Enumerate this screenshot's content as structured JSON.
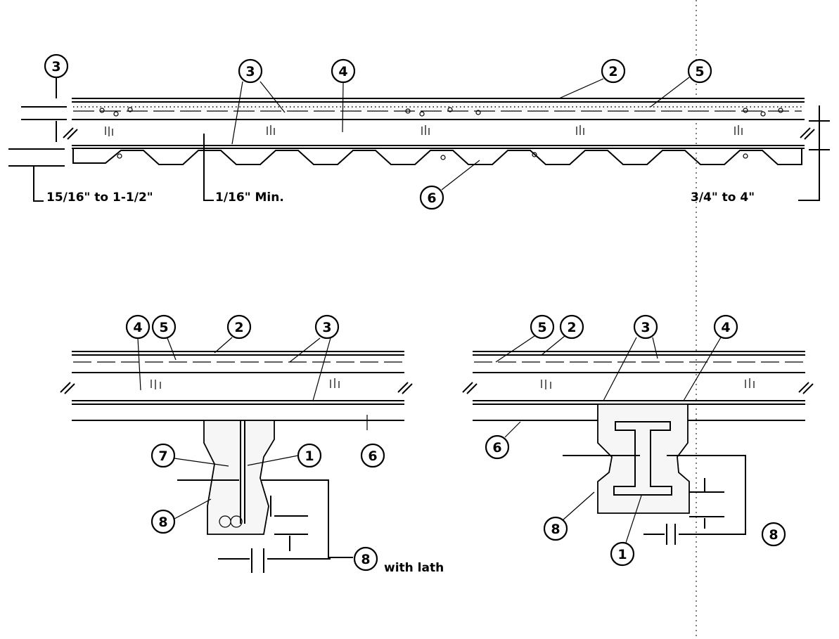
{
  "top_section": {
    "callouts": [
      "3",
      "3",
      "4",
      "2",
      "5",
      "6"
    ],
    "dim_left": "15/16\" to 1-1/2\"",
    "dim_mid": "1/16\" Min.",
    "dim_right": "3/4\" to 4\""
  },
  "left_section": {
    "callouts": [
      "4",
      "5",
      "2",
      "3",
      "7",
      "1",
      "6",
      "8",
      "8"
    ],
    "note": "with lath"
  },
  "right_section": {
    "callouts": [
      "5",
      "2",
      "3",
      "4",
      "6",
      "8",
      "1",
      "8"
    ]
  }
}
